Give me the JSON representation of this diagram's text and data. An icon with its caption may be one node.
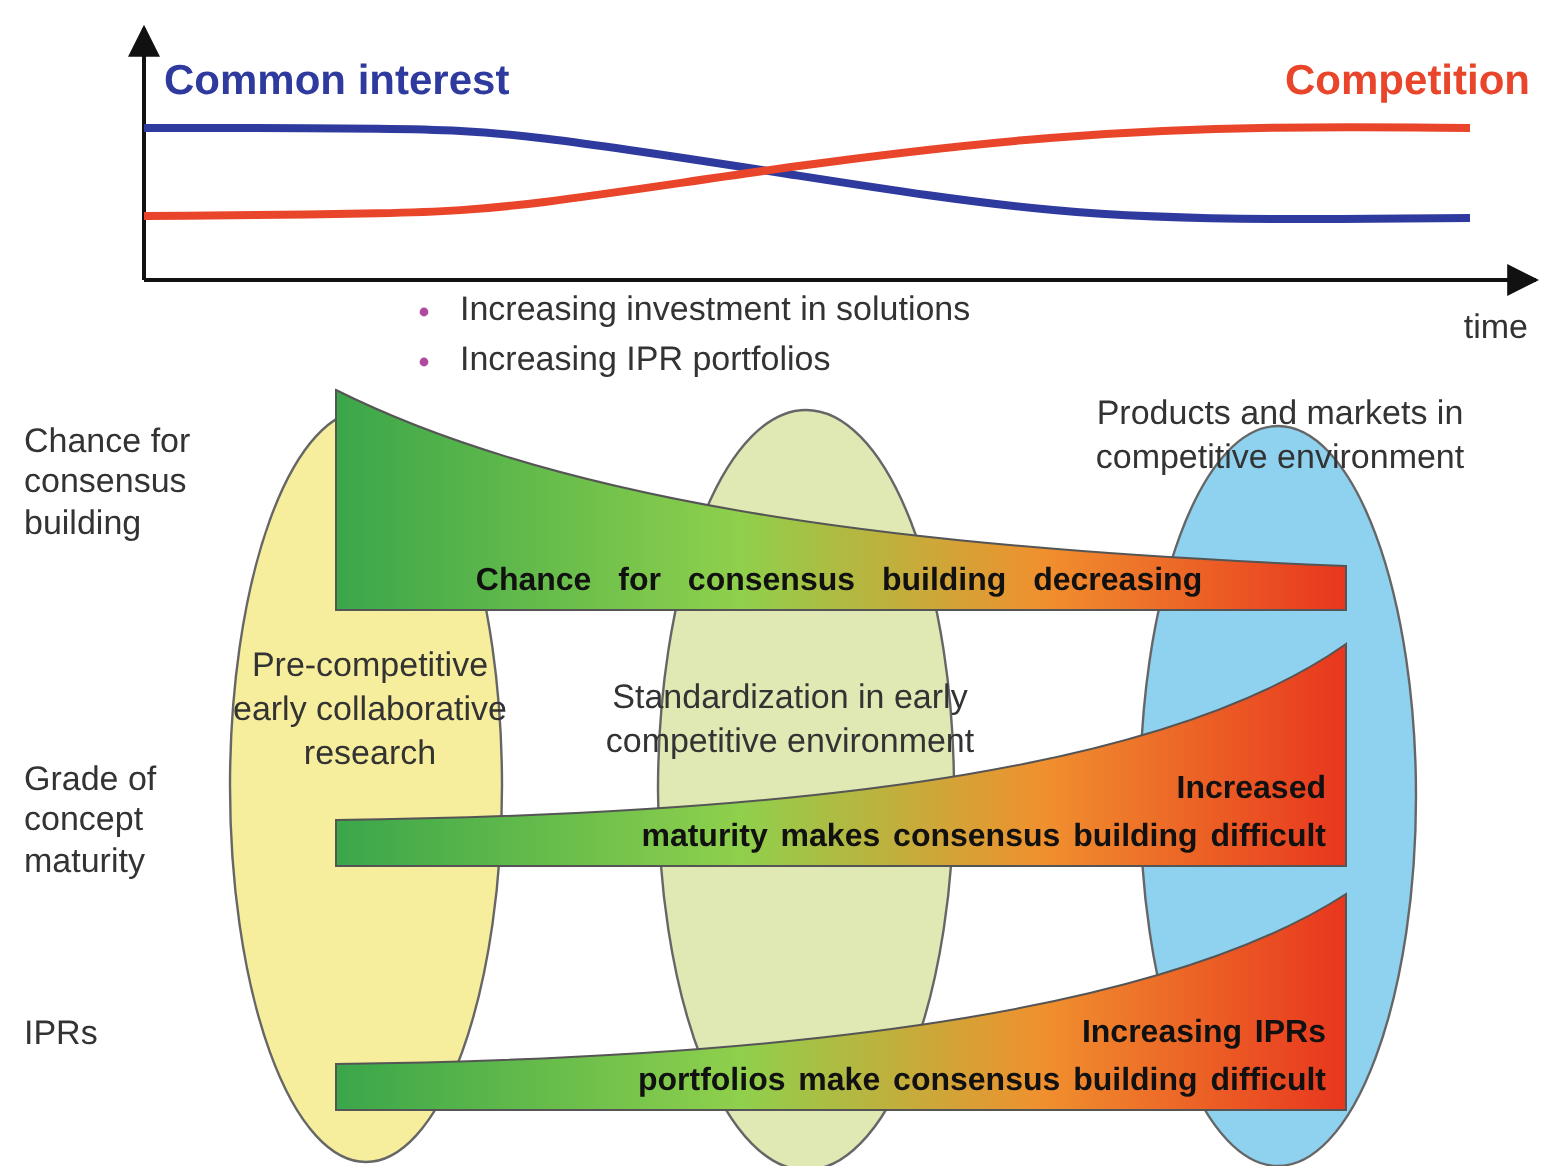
{
  "diagram": {
    "nodes": [
      {
        "text": [
          "Pre-competitive early collaborative research"
        ]
      },
      {
        "text": [
          "Standardization in early competitive environment"
        ]
      },
      {
        "text": [
          "Products and markets in competitive environment"
        ]
      },
      {
        "text": [
          "Chance for consensus building decreasing"
        ]
      },
      {
        "text": [
          "Increased maturity makes consensus building difficult"
        ]
      },
      {
        "text": [
          "Increasing IPRs portfolios make consensus building difficult"
        ]
      }
    ],
    "labels": [
      "Common interest",
      "Competition",
      "Increasing investment in solutions",
      "Increasing IPR portfolios",
      "time",
      "Chance for consensus building",
      "Grade of concept maturity",
      "IPRs"
    ]
  }
}
